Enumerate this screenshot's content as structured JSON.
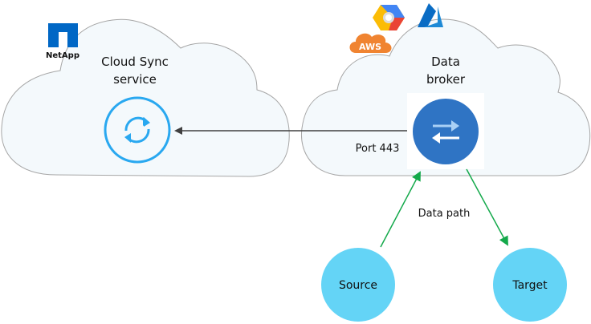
{
  "left_cloud": {
    "brand_label": "NetApp",
    "title_line1": "Cloud Sync",
    "title_line2": "service",
    "icon": "sync-icon"
  },
  "right_cloud": {
    "title_line1": "Data",
    "title_line2": "broker",
    "icon": "transfer-arrows-icon",
    "providers": [
      {
        "name": "aws-logo",
        "label": "AWS"
      },
      {
        "name": "google-cloud-logo",
        "label": ""
      },
      {
        "name": "azure-logo",
        "label": ""
      }
    ]
  },
  "connection": {
    "port_label": "Port 443"
  },
  "data_path": {
    "label": "Data path"
  },
  "nodes": {
    "source": "Source",
    "target": "Target"
  },
  "colors": {
    "cloud_fill": "#f4f9fc",
    "cloud_stroke": "#a6a6a6",
    "sync_blue": "#29a8f0",
    "broker_blue": "#2f74c4",
    "node_cyan": "#64d4f6",
    "path_green": "#14a94b",
    "netapp_blue": "#0067c5",
    "aws_orange": "#f08431"
  }
}
